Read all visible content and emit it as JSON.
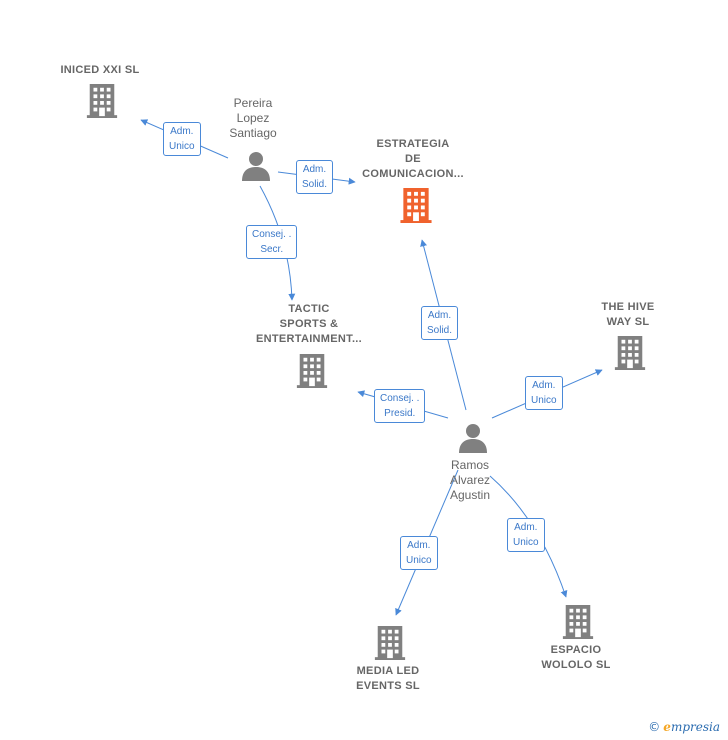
{
  "companies": {
    "iniced": {
      "line1": "INICED XXI  SL",
      "line2": "",
      "line3": ""
    },
    "estrategia": {
      "line1": "ESTRATEGIA",
      "line2": "DE",
      "line3": "COMUNICACION..."
    },
    "tactic": {
      "line1": "TACTIC",
      "line2": "SPORTS &",
      "line3": "ENTERTAINMENT..."
    },
    "hive": {
      "line1": "THE HIVE",
      "line2": "WAY  SL",
      "line3": ""
    },
    "medialed": {
      "line1": "MEDIA LED",
      "line2": "EVENTS SL",
      "line3": ""
    },
    "espacio": {
      "line1": "ESPACIO",
      "line2": "WOLOLO  SL",
      "line3": ""
    }
  },
  "persons": {
    "pereira": {
      "line1": "Pereira",
      "line2": "Lopez",
      "line3": "Santiago"
    },
    "ramos": {
      "line1": "Ramos",
      "line2": "Alvarez",
      "line3": "Agustin"
    }
  },
  "relations": {
    "r1": {
      "line1": "Adm.",
      "line2": "Unico"
    },
    "r2": {
      "line1": "Adm.",
      "line2": "Solid."
    },
    "r3": {
      "line1": "Consej. .",
      "line2": "Secr."
    },
    "r4": {
      "line1": "Adm.",
      "line2": "Solid."
    },
    "r5": {
      "line1": "Consej. .",
      "line2": "Presid."
    },
    "r6": {
      "line1": "Adm.",
      "line2": "Unico"
    },
    "r7": {
      "line1": "Adm.",
      "line2": "Unico"
    },
    "r8": {
      "line1": "Adm.",
      "line2": "Unico"
    }
  },
  "footer": {
    "copyright": "©",
    "brand_first": "e",
    "brand_rest": "mpresia"
  },
  "colors": {
    "edge": "#4a89d8",
    "node": "#808080",
    "focus": "#f0622d"
  }
}
